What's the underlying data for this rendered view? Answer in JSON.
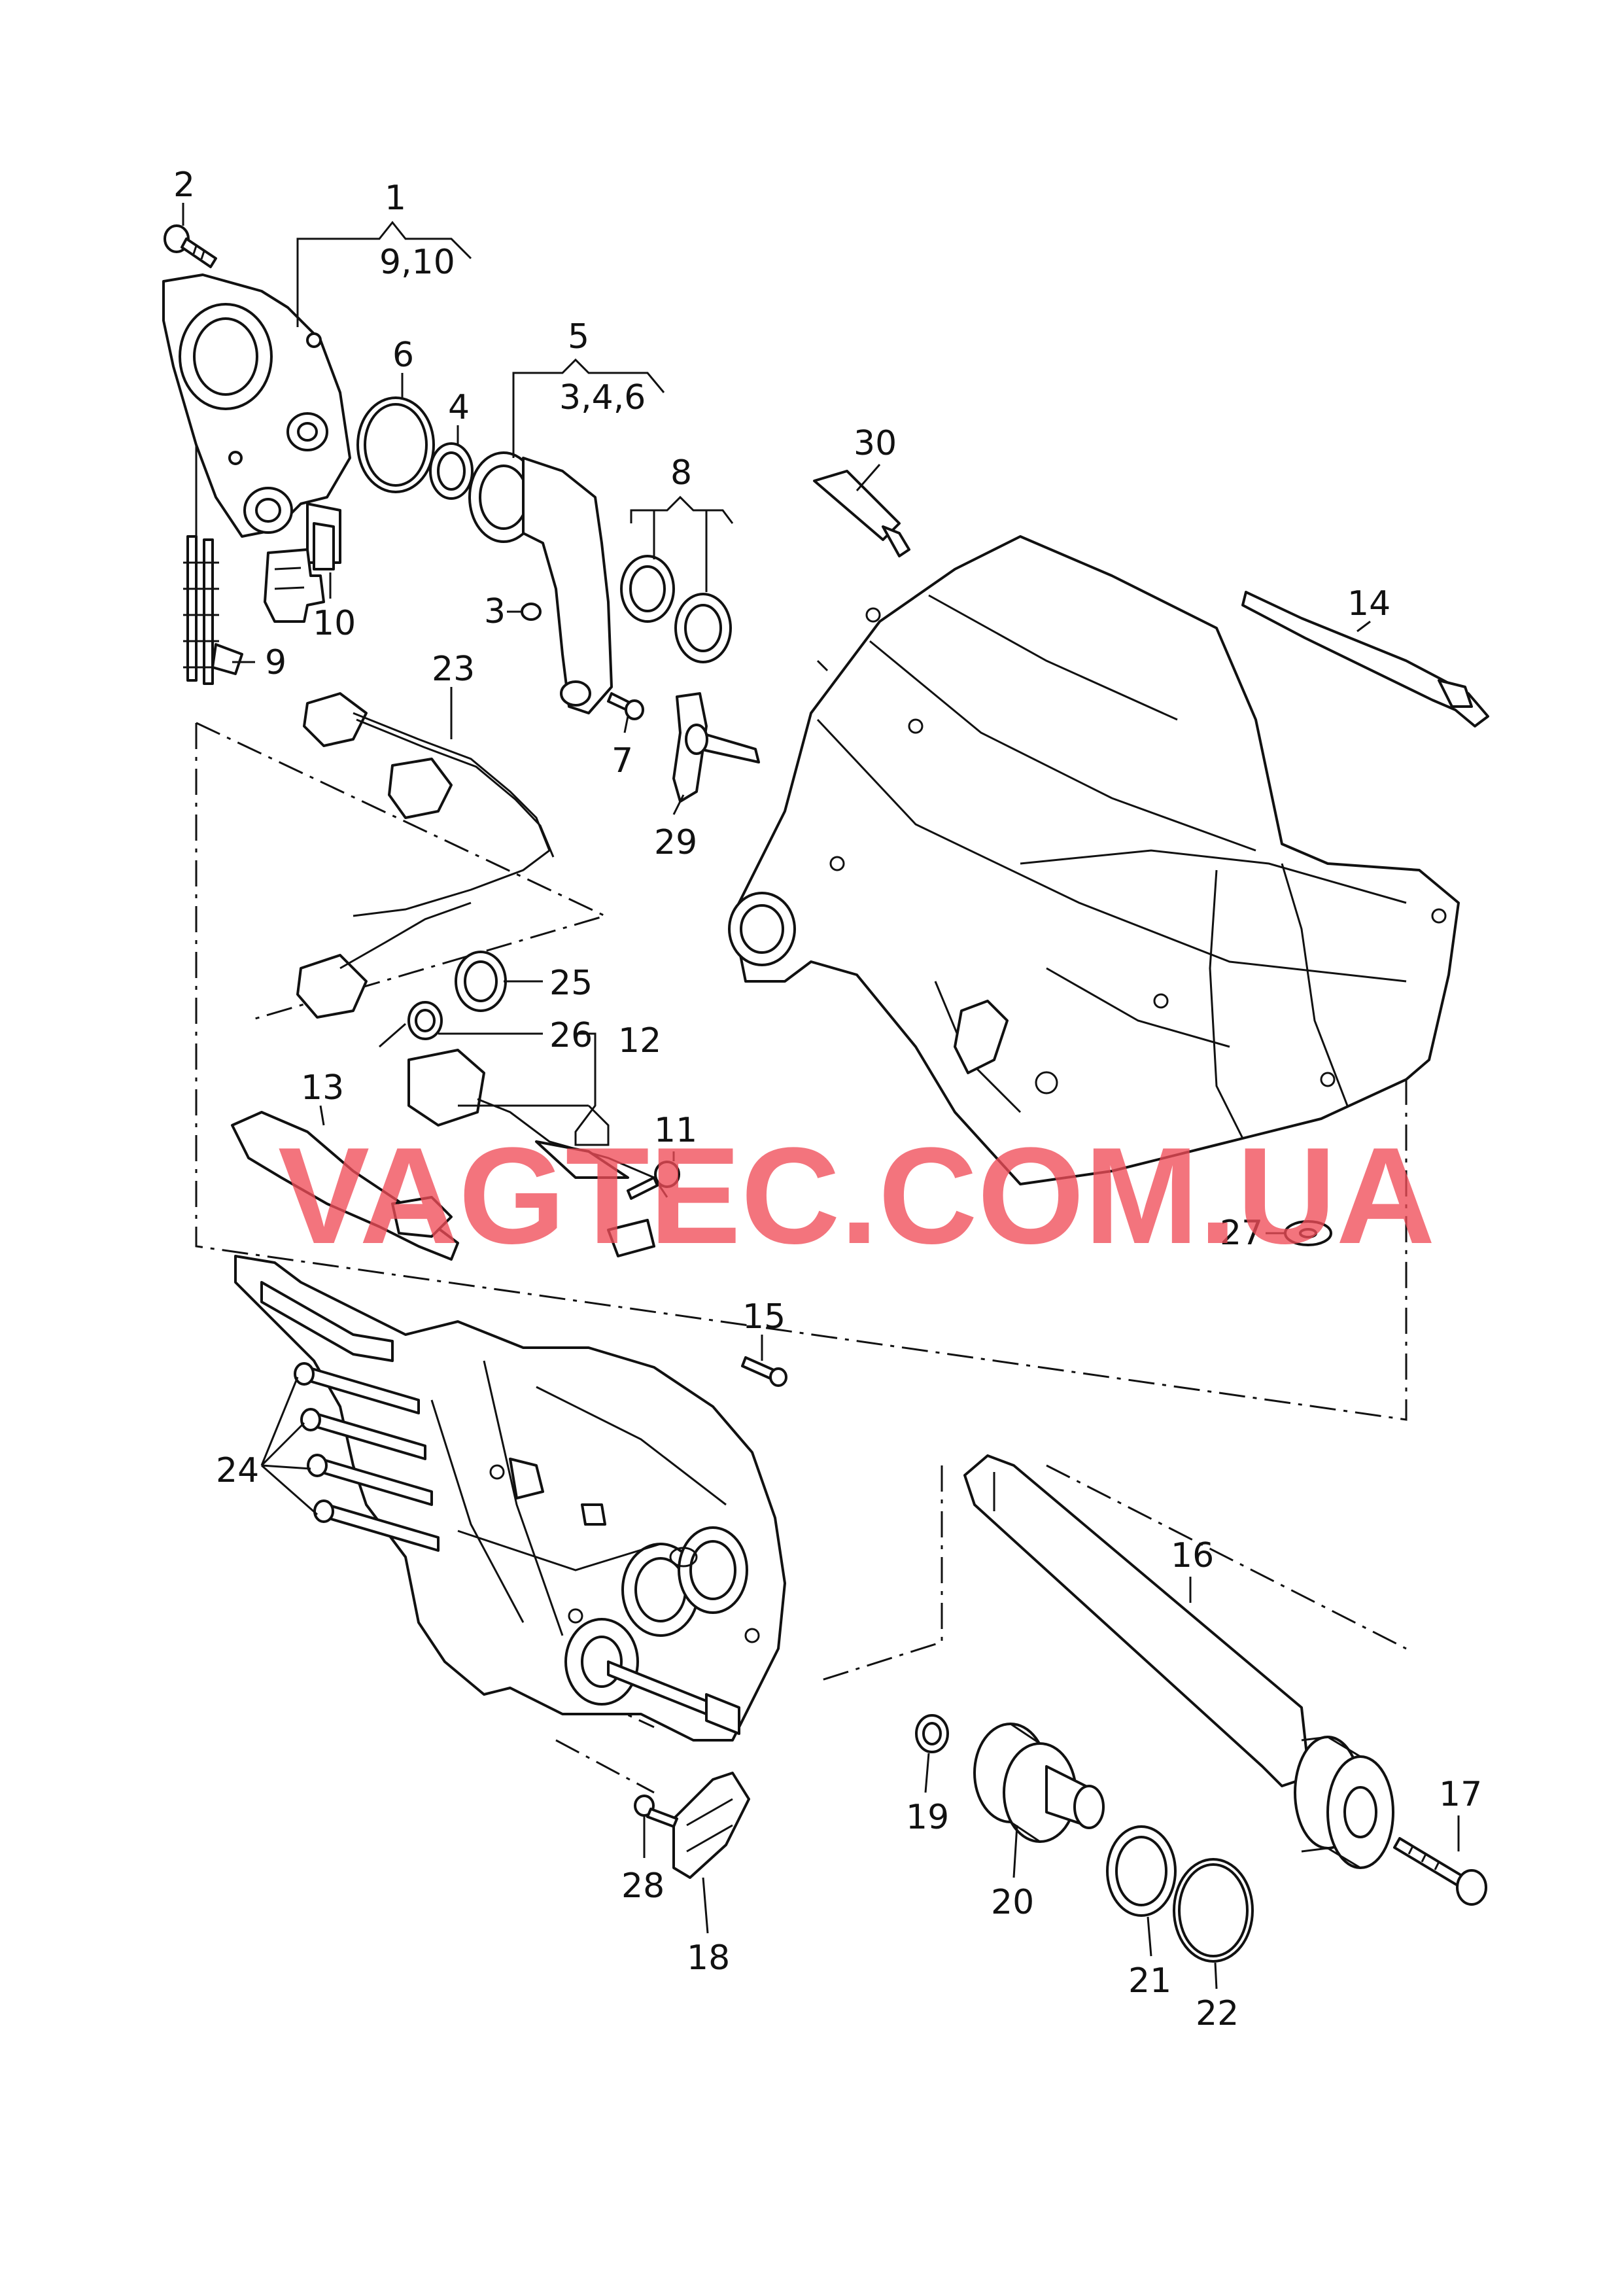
{
  "watermark": "VAGTEC.COM.UA",
  "watermark_color": "#ef4d58",
  "callouts": {
    "c1": "1",
    "c1_sub": "9,10",
    "c2": "2",
    "c3": "3",
    "c4": "4",
    "c5": "5",
    "c5_sub": "3,4,6",
    "c6": "6",
    "c7": "7",
    "c8": "8",
    "c9": "9",
    "c10": "10",
    "c11": "11",
    "c12": "12",
    "c13": "13",
    "c14": "14",
    "c15": "15",
    "c16": "16",
    "c17": "17",
    "c18": "18",
    "c19": "19",
    "c20": "20",
    "c21": "21",
    "c22": "22",
    "c23": "23",
    "c24": "24",
    "c25": "25",
    "c26": "26",
    "c27": "27",
    "c28": "28",
    "c29": "29",
    "c30": "30"
  }
}
